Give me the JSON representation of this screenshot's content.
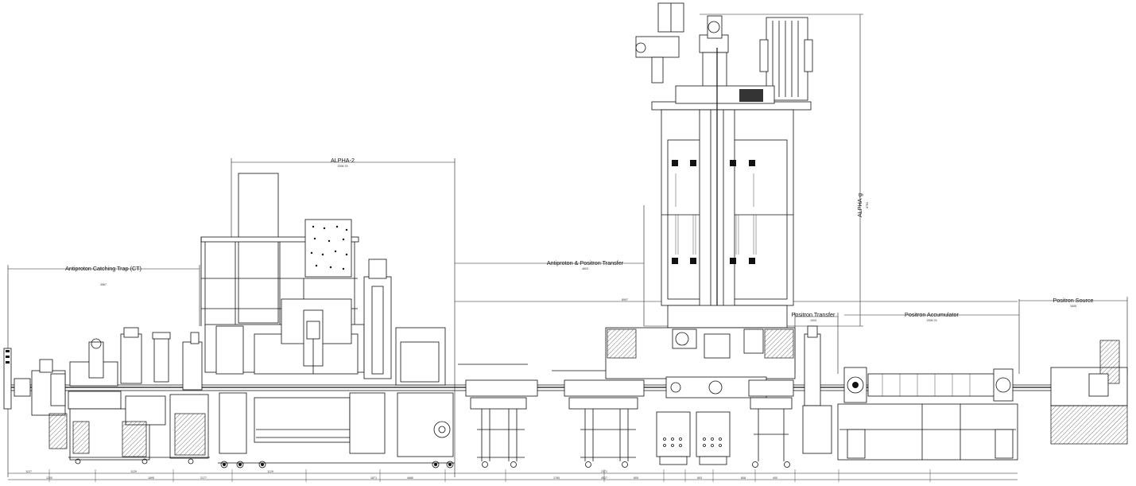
{
  "sections": {
    "antiproton_catching_trap": {
      "label": "Antiproton Catching Trap (CT)",
      "sublabel": "3567"
    },
    "alpha_2": {
      "label": "ALPHA-2",
      "sublabel": "3396.76"
    },
    "antiproton_positron_transfer": {
      "label": "Antiproton & Positron Transfer",
      "sublabel": "4603"
    },
    "alpha_g": {
      "label": "ALPHA-g",
      "sublabel": "8783"
    },
    "positron_transfer": {
      "label": "Positron Transfer",
      "sublabel": "1004"
    },
    "positron_accumulator": {
      "label": "Positron Accumulator",
      "sublabel": "3396.76"
    },
    "positron_source": {
      "label": "Positron Source",
      "sublabel": "1605"
    }
  },
  "dimensions": {
    "mid_horizontal": "8997",
    "bottom_row_1": [
      "1127",
      "1129",
      "1129",
      "2171"
    ],
    "bottom_row_2": [
      "1200",
      "1895",
      "2177",
      "1871",
      "4680",
      "1760",
      "4527",
      "805",
      "893",
      "808",
      "400"
    ]
  },
  "colors": {
    "line": "#111111",
    "background": "#ffffff"
  }
}
